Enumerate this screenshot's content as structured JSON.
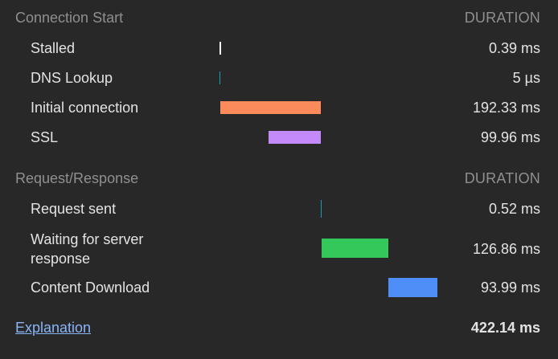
{
  "connection": {
    "title": "Connection Start",
    "duration_header": "DURATION",
    "rows": [
      {
        "label": "Stalled",
        "value": "0.39 ms",
        "color": "#ffffff"
      },
      {
        "label": "DNS Lookup",
        "value": "5 µs",
        "color": "#1a9cb0"
      },
      {
        "label": "Initial connection",
        "value": "192.33 ms",
        "color": "#fb8b5a"
      },
      {
        "label": "SSL",
        "value": "99.96 ms",
        "color": "#c58af9"
      }
    ]
  },
  "request": {
    "title": "Request/Response",
    "duration_header": "DURATION",
    "rows": [
      {
        "label": "Request sent",
        "value": "0.52 ms",
        "color": "#1a9cb0"
      },
      {
        "label": "Waiting for server response",
        "value": "126.86 ms",
        "color": "#34c759"
      },
      {
        "label": "Content Download",
        "value": "93.99 ms",
        "color": "#4e8ef7"
      }
    ]
  },
  "footer": {
    "explanation_link": "Explanation",
    "total": "422.14 ms"
  }
}
